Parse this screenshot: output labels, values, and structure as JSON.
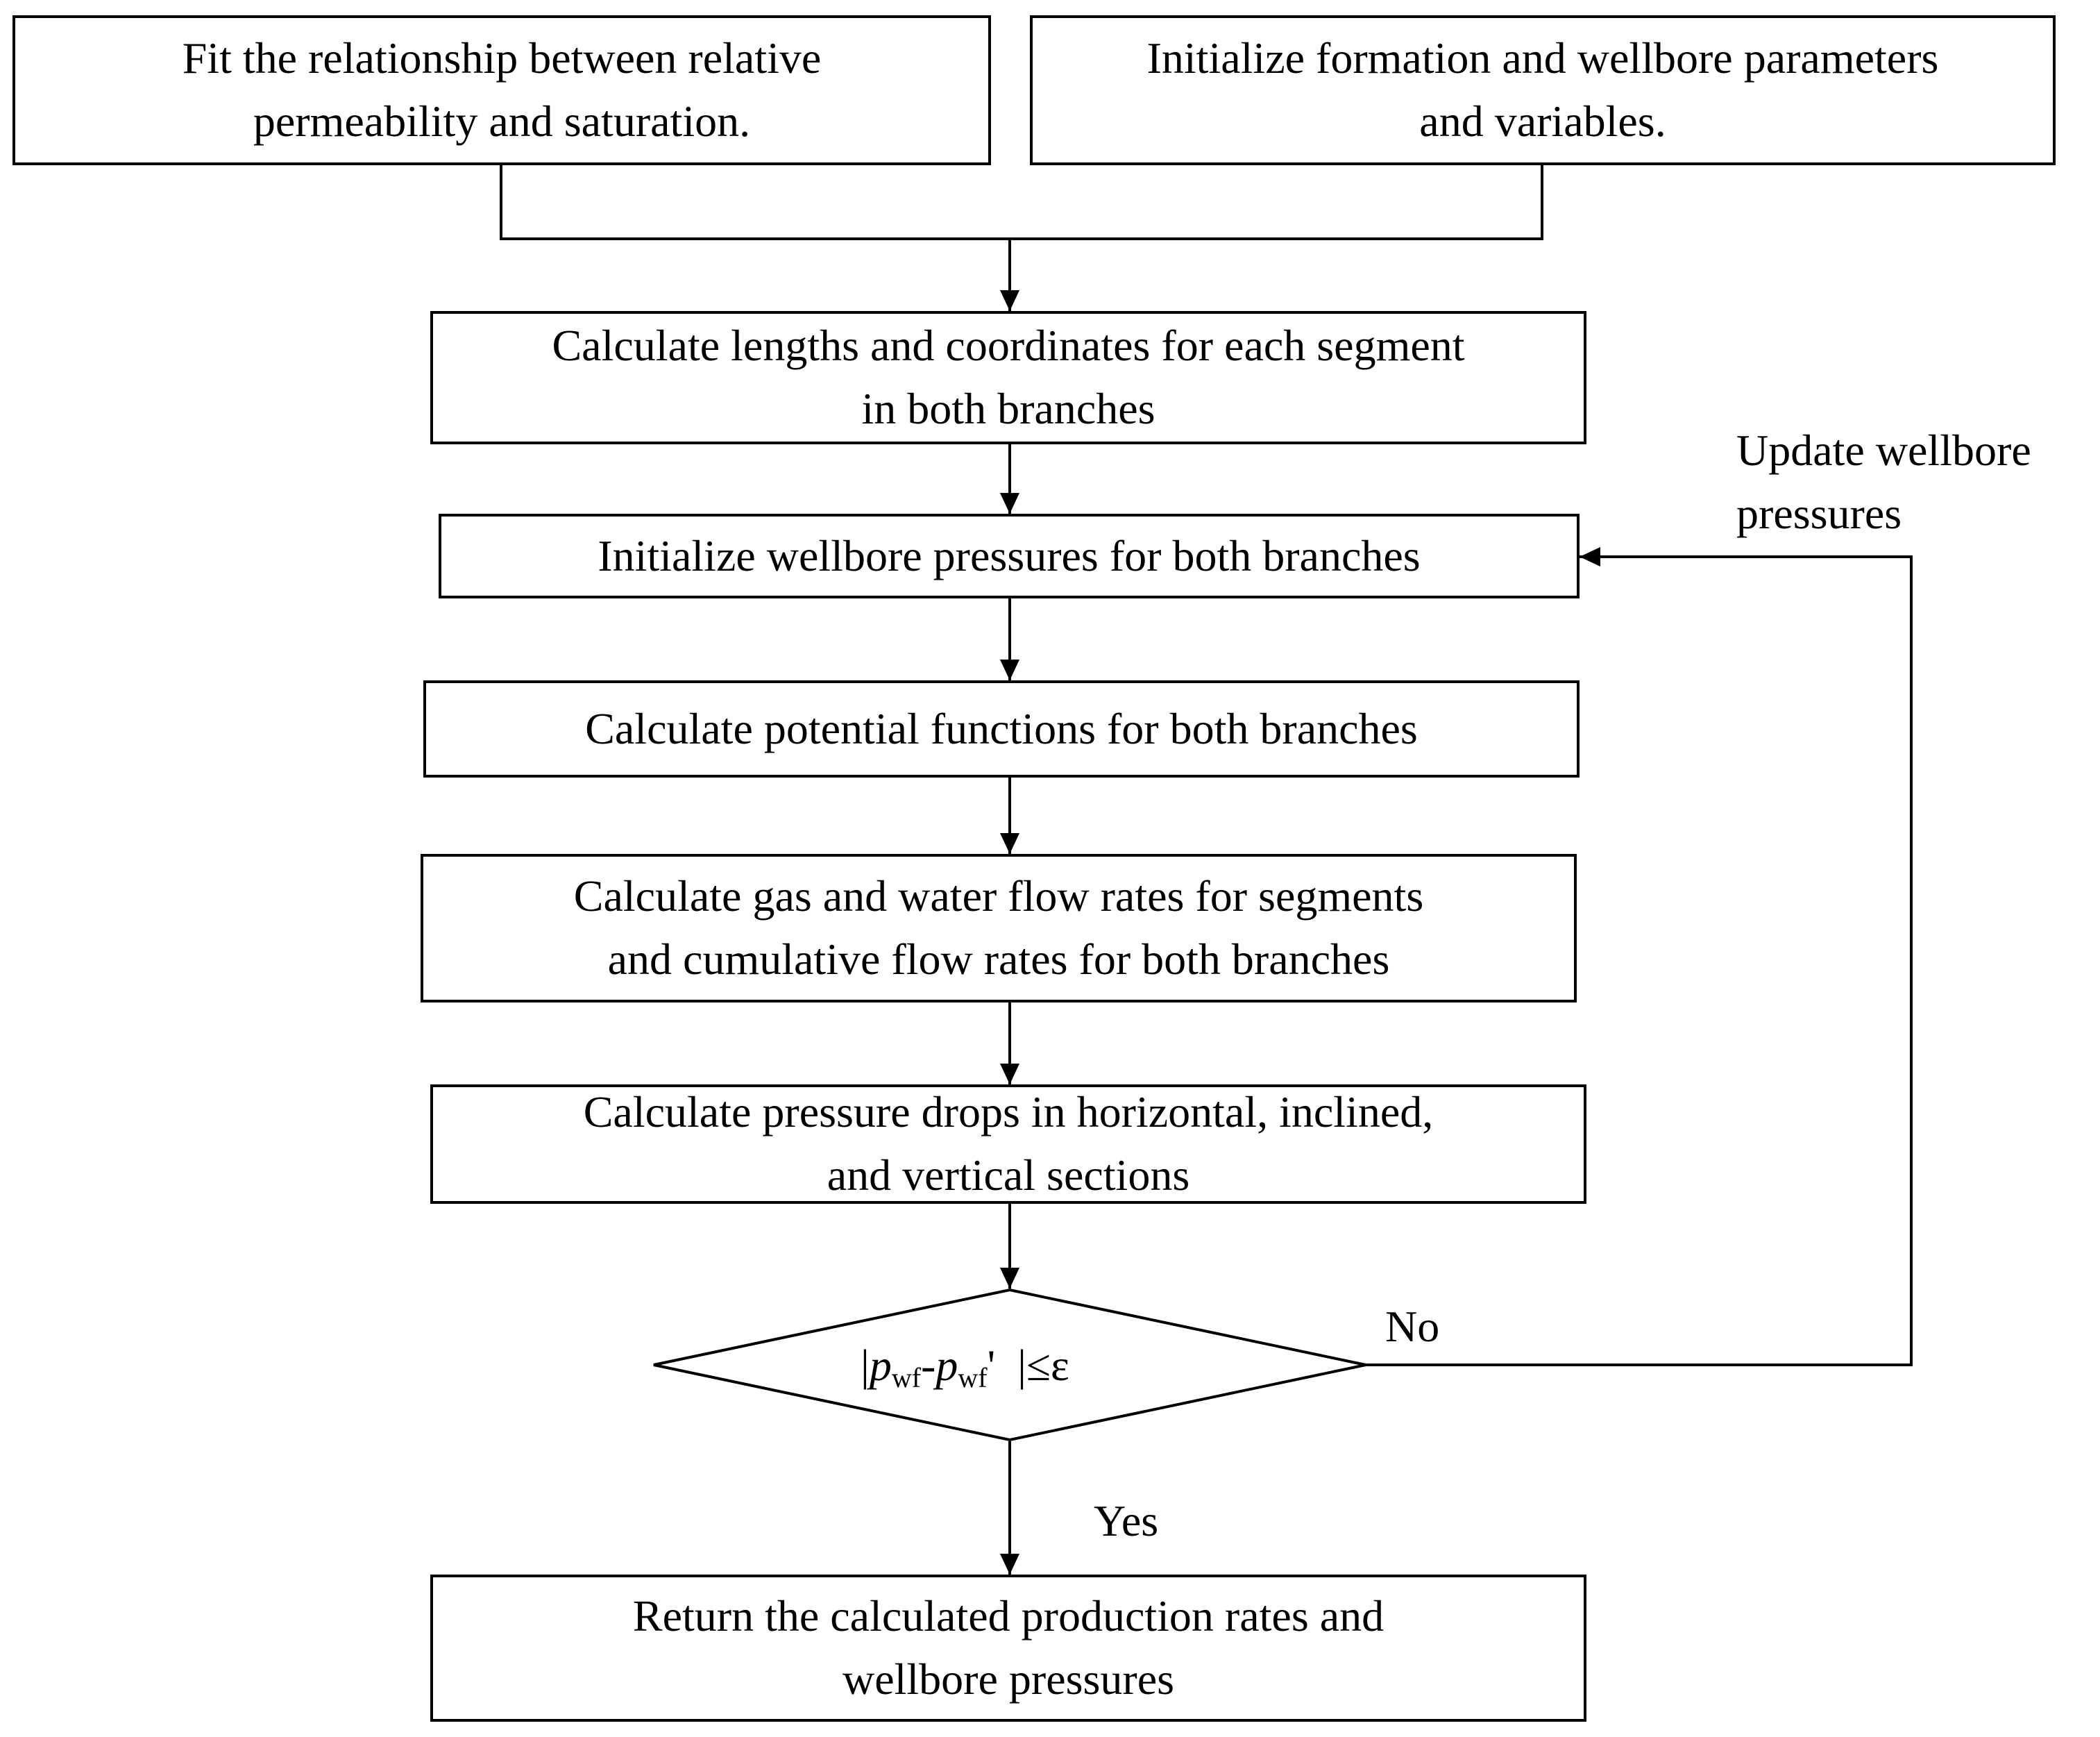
{
  "diagram": {
    "nodes": {
      "fit_relperm": {
        "line1": "Fit the relationship between relative",
        "line2": "permeability and saturation."
      },
      "init_params": {
        "line1": "Initialize formation and wellbore parameters",
        "line2": "and variables."
      },
      "calc_segments": {
        "line1": "Calculate lengths and coordinates for each segment",
        "line2": "in both branches"
      },
      "init_pressures": {
        "text": "Initialize wellbore pressures for both branches"
      },
      "calc_potential": {
        "text": "Calculate potential functions for both branches"
      },
      "calc_flow": {
        "line1": "Calculate gas and water flow rates for segments",
        "line2": "and cumulative flow rates for both branches"
      },
      "calc_drops": {
        "line1": "Calculate pressure drops in horizontal, inclined,",
        "line2": "and vertical sections"
      },
      "decision": {
        "open_bar": "|",
        "p1": "p",
        "p1_sub": "wf",
        "minus": "-",
        "p2": "p",
        "p2_sub": "wf",
        "prime": "'",
        "close": "|≤ε"
      },
      "return_results": {
        "line1": "Return the calculated production rates and",
        "line2": "wellbore pressures"
      }
    },
    "edge_labels": {
      "no": "No",
      "yes": "Yes",
      "update_line1": "Update wellbore",
      "update_line2": "pressures"
    }
  }
}
